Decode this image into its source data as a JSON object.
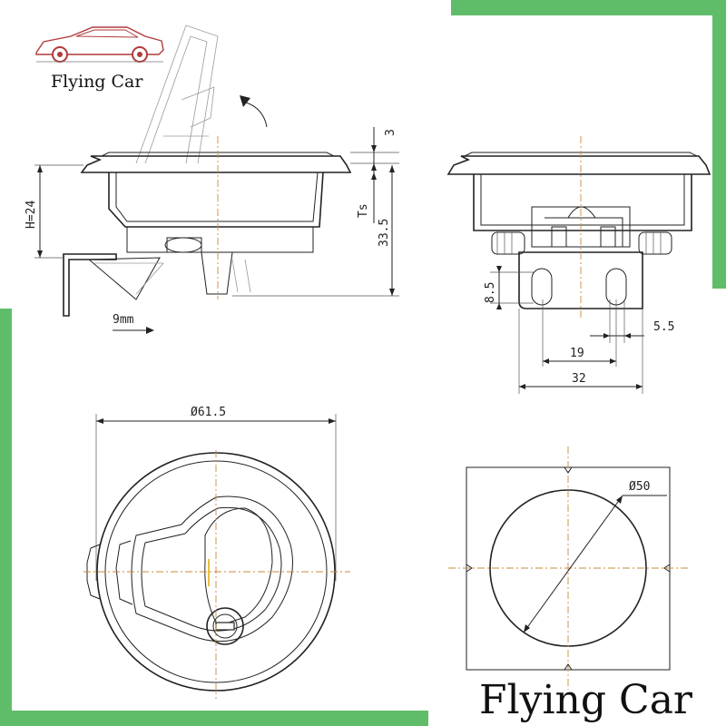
{
  "brand": {
    "logo_text": "Flying Car",
    "watermark_text": "Flying Car",
    "accent_color": "#5fbd6a",
    "logo_car_color": "#b23a3a"
  },
  "side_view": {
    "labels": {
      "height": "H=24",
      "top_thickness": "3",
      "ts": "Ts",
      "total_depth": "33.5",
      "travel": "9mm"
    }
  },
  "front_view": {
    "labels": {
      "slot_height": "8.5",
      "slot_width": "5.5",
      "slot_spacing": "19",
      "bracket_width": "32"
    }
  },
  "top_view": {
    "labels": {
      "diameter": "Ø61.5"
    }
  },
  "cutout_view": {
    "labels": {
      "diameter": "Ø50"
    }
  }
}
